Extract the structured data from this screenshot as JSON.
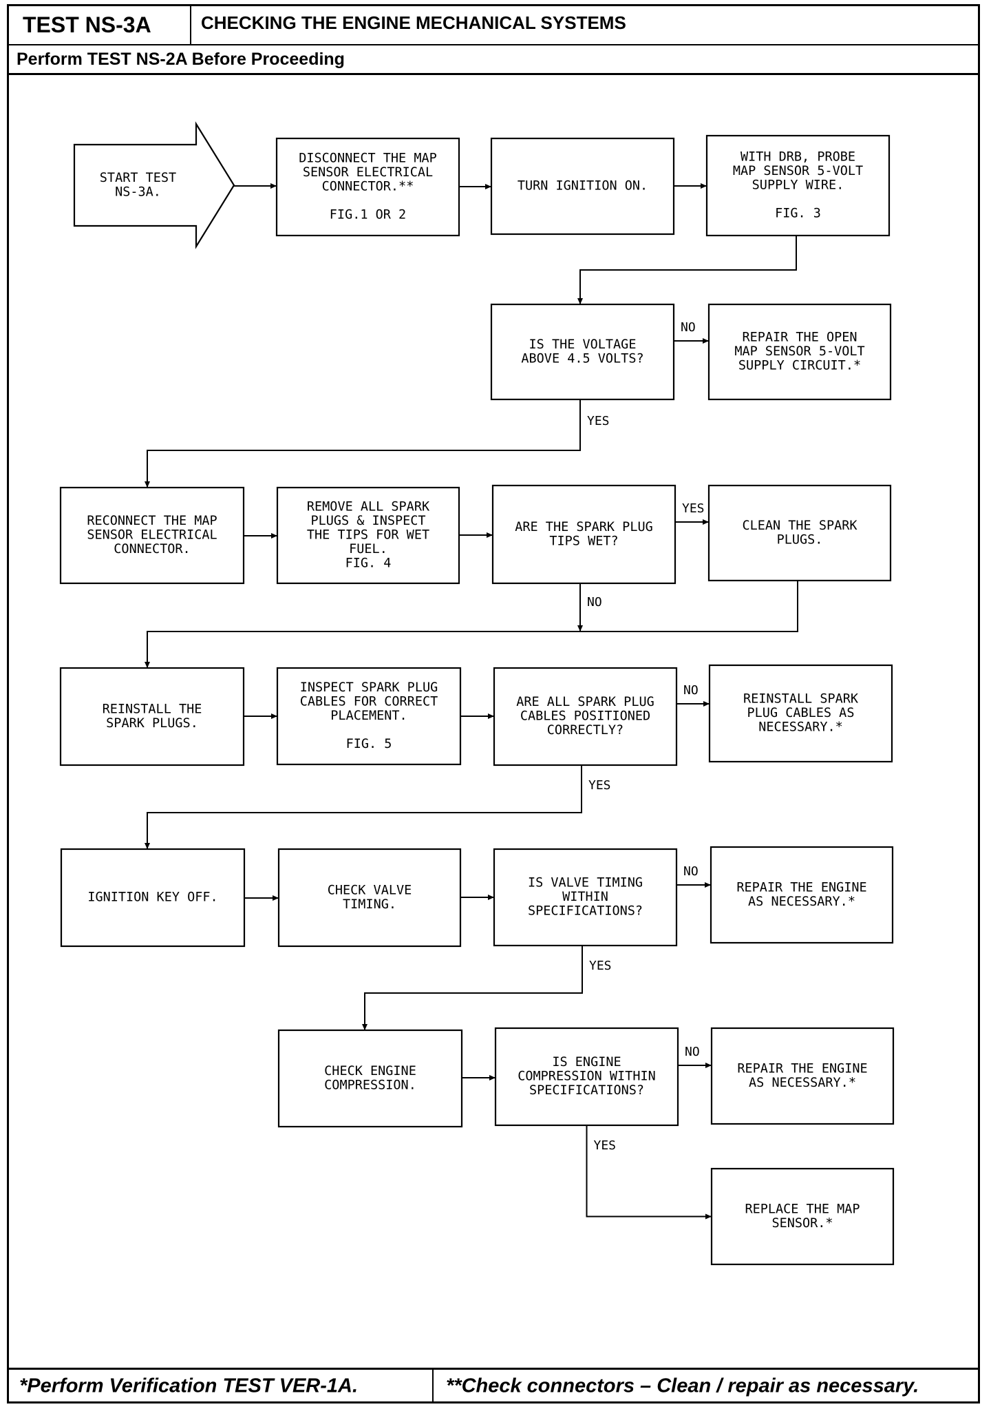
{
  "header": {
    "test_id": "TEST NS-3A",
    "title": "CHECKING THE ENGINE MECHANICAL SYSTEMS",
    "prerequisite": "Perform TEST NS-2A Before Proceeding"
  },
  "nodes": [
    {
      "id": "start",
      "shape": "arrow",
      "lines": [
        "START TEST",
        "NS-3A."
      ]
    },
    {
      "id": "disconnect_map",
      "lines": [
        "DISCONNECT THE MAP",
        "SENSOR ELECTRICAL",
        "CONNECTOR.**",
        "",
        "FIG.1 OR 2"
      ]
    },
    {
      "id": "ignition_on",
      "lines": [
        "TURN IGNITION ON."
      ]
    },
    {
      "id": "probe_5v",
      "lines": [
        "WITH DRB, PROBE",
        "MAP SENSOR 5-VOLT",
        "SUPPLY WIRE.",
        "",
        "FIG. 3"
      ]
    },
    {
      "id": "q_voltage",
      "lines": [
        "IS THE VOLTAGE",
        "ABOVE 4.5 VOLTS?"
      ]
    },
    {
      "id": "repair_open",
      "lines": [
        "REPAIR THE OPEN",
        "MAP SENSOR 5-VOLT",
        "SUPPLY CIRCUIT.*"
      ]
    },
    {
      "id": "reconnect_map",
      "lines": [
        "RECONNECT THE MAP",
        "SENSOR ELECTRICAL",
        "CONNECTOR."
      ]
    },
    {
      "id": "remove_plugs",
      "lines": [
        "REMOVE ALL SPARK",
        "PLUGS & INSPECT",
        "THE TIPS FOR WET",
        "FUEL.",
        "FIG. 4"
      ]
    },
    {
      "id": "q_tips_wet",
      "lines": [
        "ARE THE SPARK PLUG",
        "TIPS WET?"
      ]
    },
    {
      "id": "clean_plugs",
      "lines": [
        "CLEAN THE SPARK",
        "PLUGS."
      ]
    },
    {
      "id": "reinstall_plugs",
      "lines": [
        "REINSTALL THE",
        "SPARK PLUGS."
      ]
    },
    {
      "id": "inspect_cables",
      "lines": [
        "INSPECT SPARK PLUG",
        "CABLES FOR CORRECT",
        "PLACEMENT.",
        "",
        "FIG. 5"
      ]
    },
    {
      "id": "q_cables",
      "lines": [
        "ARE ALL SPARK PLUG",
        "CABLES POSITIONED",
        "CORRECTLY?"
      ]
    },
    {
      "id": "reinstall_cables",
      "lines": [
        "REINSTALL SPARK",
        "PLUG CABLES AS",
        "NECESSARY.*"
      ]
    },
    {
      "id": "key_off",
      "lines": [
        "IGNITION KEY OFF."
      ]
    },
    {
      "id": "check_valve",
      "lines": [
        "CHECK VALVE",
        "TIMING."
      ]
    },
    {
      "id": "q_valve",
      "lines": [
        "IS VALVE TIMING",
        "WITHIN",
        "SPECIFICATIONS?"
      ]
    },
    {
      "id": "repair_engine_1",
      "lines": [
        "REPAIR THE ENGINE",
        "AS NECESSARY.*"
      ]
    },
    {
      "id": "check_compression",
      "lines": [
        "CHECK ENGINE",
        "COMPRESSION."
      ]
    },
    {
      "id": "q_compression",
      "lines": [
        "IS ENGINE",
        "COMPRESSION WITHIN",
        "SPECIFICATIONS?"
      ]
    },
    {
      "id": "repair_engine_2",
      "lines": [
        "REPAIR THE ENGINE",
        "AS NECESSARY.*"
      ]
    },
    {
      "id": "replace_map",
      "lines": [
        "REPLACE THE MAP",
        "SENSOR.*"
      ]
    }
  ],
  "edge_labels": {
    "yes": "YES",
    "no": "NO"
  },
  "edges": [
    {
      "from": "start",
      "to": "disconnect_map"
    },
    {
      "from": "disconnect_map",
      "to": "ignition_on"
    },
    {
      "from": "ignition_on",
      "to": "probe_5v"
    },
    {
      "from": "probe_5v",
      "to": "q_voltage"
    },
    {
      "from": "q_voltage",
      "to": "repair_open",
      "label": "no"
    },
    {
      "from": "q_voltage",
      "to": "reconnect_map",
      "label": "yes"
    },
    {
      "from": "reconnect_map",
      "to": "remove_plugs"
    },
    {
      "from": "remove_plugs",
      "to": "q_tips_wet"
    },
    {
      "from": "q_tips_wet",
      "to": "clean_plugs",
      "label": "yes"
    },
    {
      "from": "q_tips_wet",
      "to": "reinstall_plugs",
      "label": "no"
    },
    {
      "from": "clean_plugs",
      "to": "reinstall_plugs"
    },
    {
      "from": "reinstall_plugs",
      "to": "inspect_cables"
    },
    {
      "from": "inspect_cables",
      "to": "q_cables"
    },
    {
      "from": "q_cables",
      "to": "reinstall_cables",
      "label": "no"
    },
    {
      "from": "q_cables",
      "to": "key_off",
      "label": "yes"
    },
    {
      "from": "key_off",
      "to": "check_valve"
    },
    {
      "from": "check_valve",
      "to": "q_valve"
    },
    {
      "from": "q_valve",
      "to": "repair_engine_1",
      "label": "no"
    },
    {
      "from": "q_valve",
      "to": "check_compression",
      "label": "yes"
    },
    {
      "from": "check_compression",
      "to": "q_compression"
    },
    {
      "from": "q_compression",
      "to": "repair_engine_2",
      "label": "no"
    },
    {
      "from": "q_compression",
      "to": "replace_map",
      "label": "yes"
    }
  ],
  "footer": {
    "left": "*Perform Verification TEST VER-1A.",
    "right": "**Check connectors – Clean / repair as necessary."
  }
}
